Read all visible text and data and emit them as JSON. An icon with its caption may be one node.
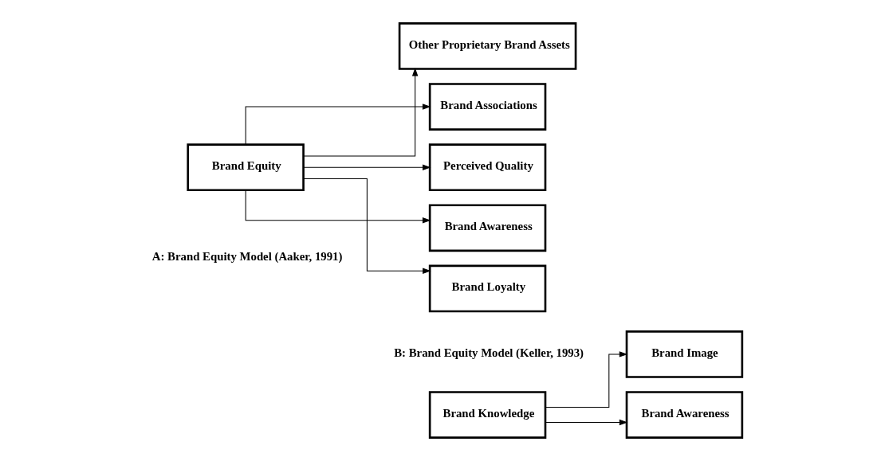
{
  "diagram": {
    "nodes": [
      {
        "text": [
          "Brand Equity"
        ]
      },
      {
        "text": [
          "Brand Loyalty"
        ]
      },
      {
        "text": [
          "Brand Awareness"
        ]
      },
      {
        "text": [
          "Perceived Quality"
        ]
      },
      {
        "text": [
          "Brand Associations"
        ]
      },
      {
        "text": [
          "Other Proprietary Brand Assets"
        ]
      },
      {
        "text": [
          "Brand Knowledge"
        ]
      },
      {
        "text": [
          "Brand Awareness"
        ]
      },
      {
        "text": [
          "Brand Image"
        ]
      }
    ],
    "edges": [
      {
        "from": 0,
        "to": 1,
        "arrow": "to"
      },
      {
        "from": 0,
        "to": 2,
        "arrow": "to"
      },
      {
        "from": 0,
        "to": 3,
        "arrow": "to"
      },
      {
        "from": 0,
        "to": 4,
        "arrow": "to"
      },
      {
        "from": 0,
        "to": 5,
        "arrow": "to"
      },
      {
        "from": 6,
        "to": 7,
        "arrow": "to"
      },
      {
        "from": 6,
        "to": 8,
        "arrow": "to"
      }
    ],
    "labels": [
      "A: Brand Equity Model (Aaker, 1991)",
      "B: Brand Equity Model (Keller, 1993)"
    ]
  }
}
